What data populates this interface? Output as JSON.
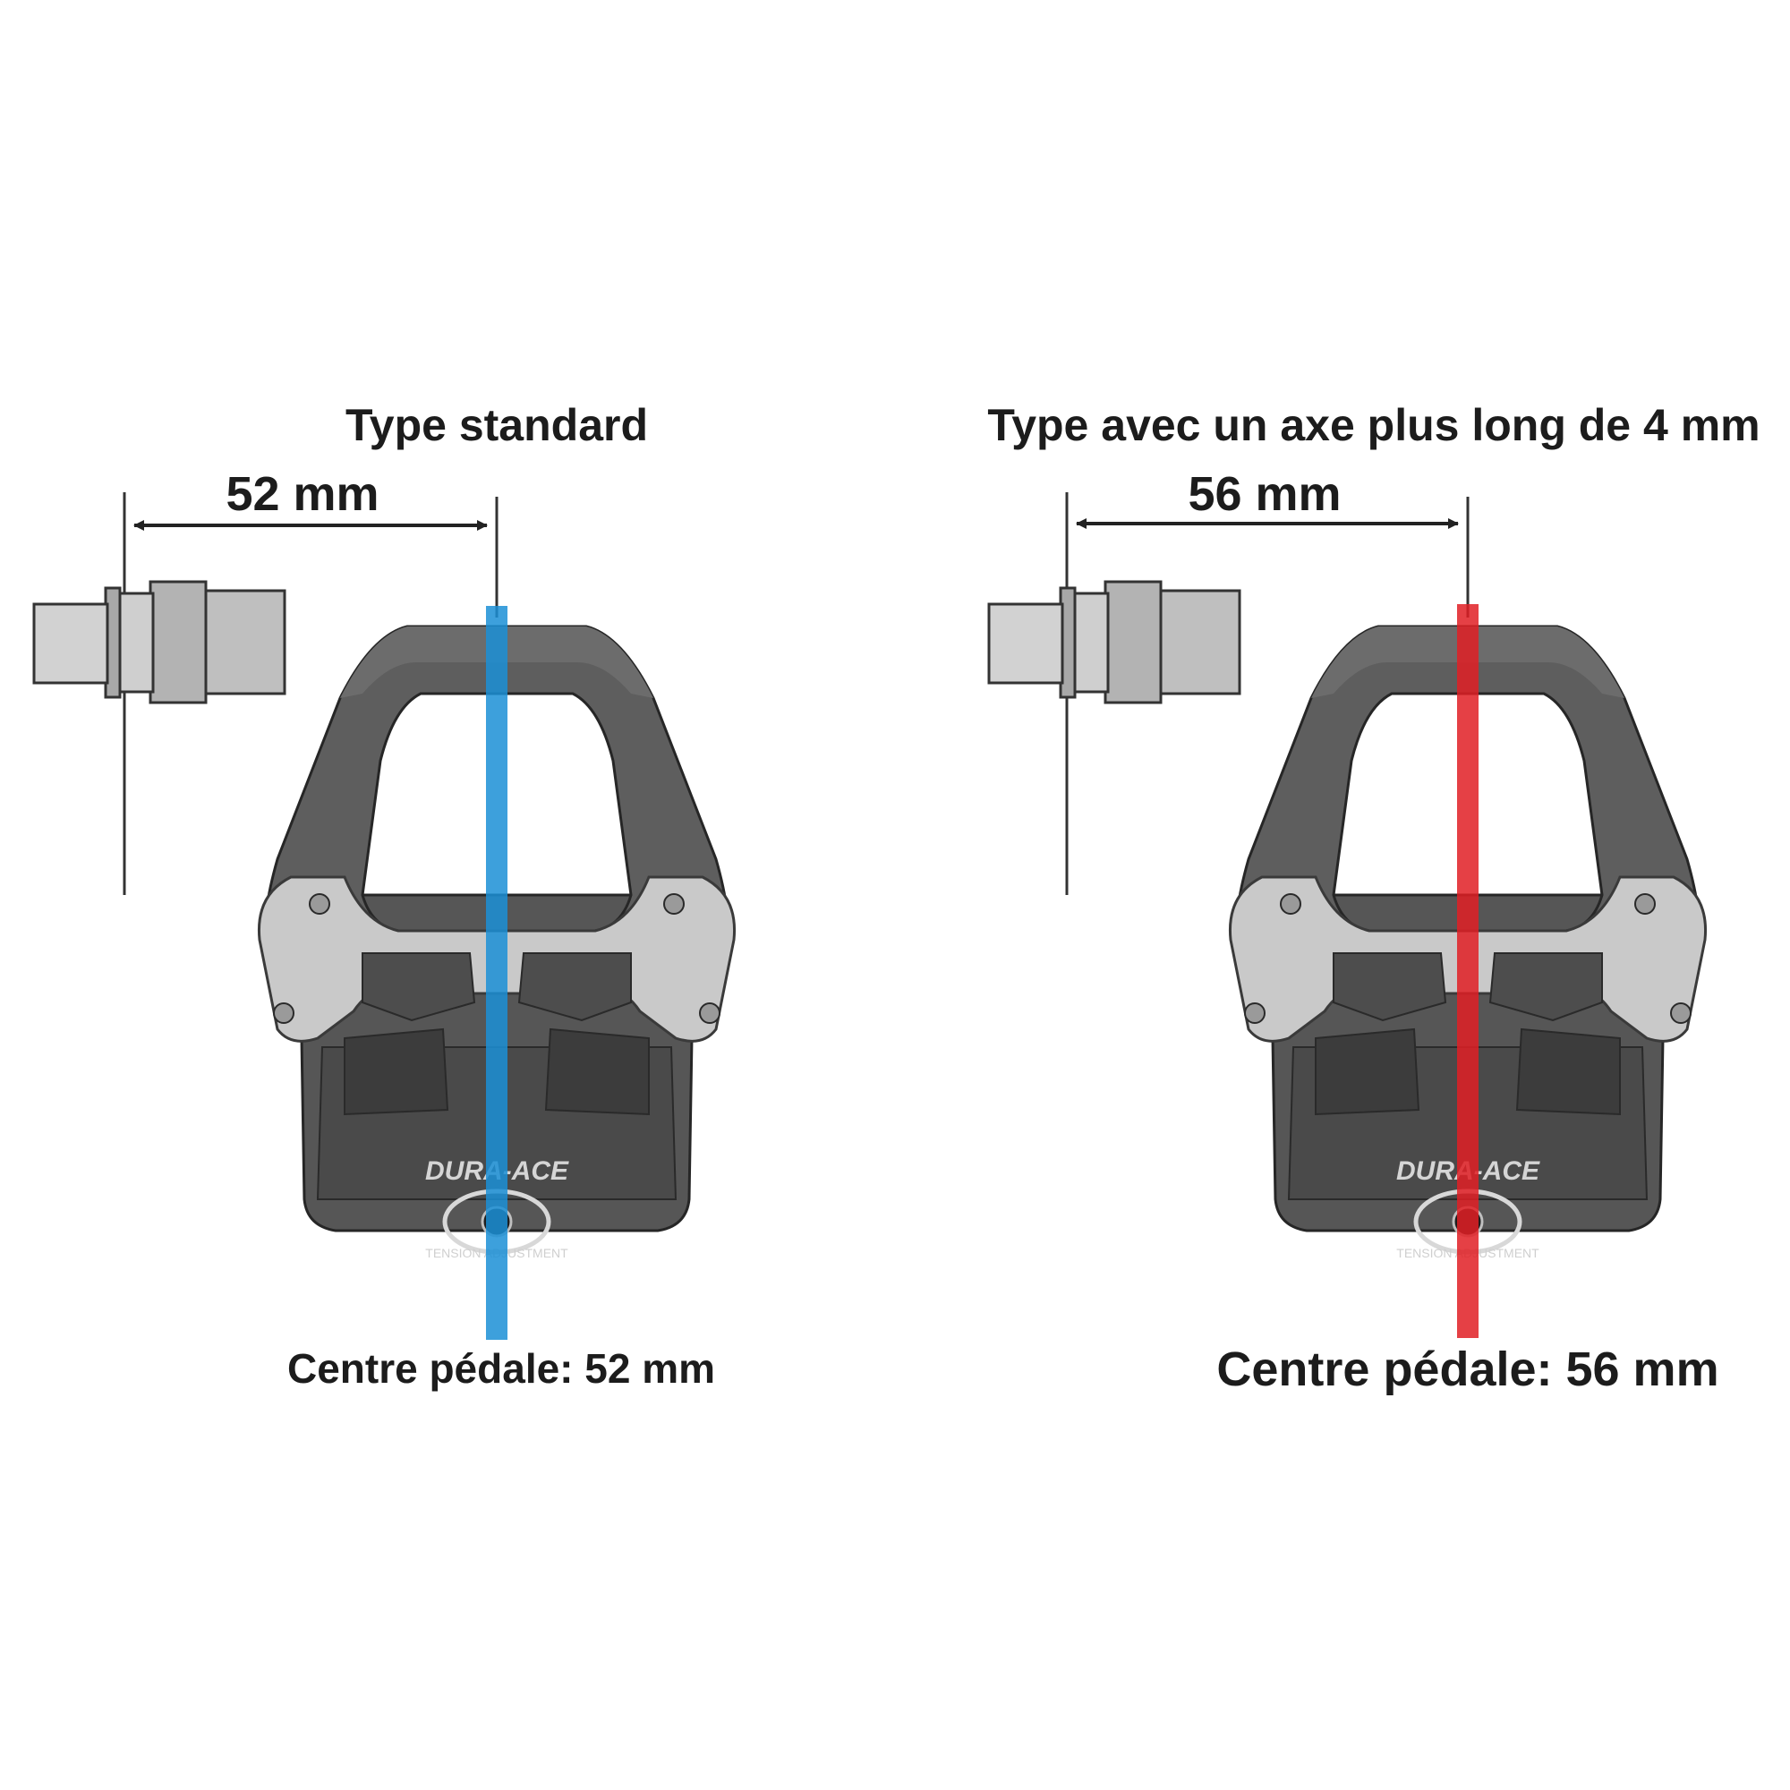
{
  "panels": [
    {
      "title": "Type standard",
      "dimension_label": "52 mm",
      "center_label": "Centre pédale: 52 mm",
      "axis_color": "#1b8fd6",
      "brand_text": "DURA-ACE",
      "tension_text": "TENSION ADJUSTMENT"
    },
    {
      "title": "Type avec un axe plus long de 4 mm",
      "dimension_label": "56 mm",
      "center_label": "Centre pédale: 56 mm",
      "axis_color": "#e01e24",
      "brand_text": "DURA-ACE",
      "tension_text": "TENSION ADJUSTMENT"
    }
  ]
}
